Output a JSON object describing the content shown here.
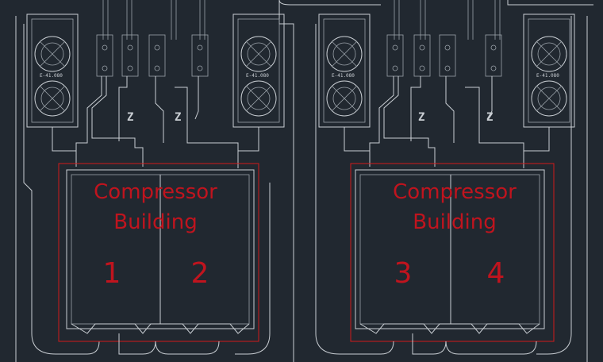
{
  "drawing": {
    "background": "#212830",
    "line_color": "#c9ced3",
    "annotation_color": "#c0141e"
  },
  "buildings": [
    {
      "title_line1": "Compressor",
      "title_line2": "Building",
      "unit_a": "1",
      "unit_b": "2"
    },
    {
      "title_line1": "Compressor",
      "title_line2": "Building",
      "unit_a": "3",
      "unit_b": "4"
    }
  ],
  "coolers": [
    {
      "tag": "E-41.080"
    },
    {
      "tag": "E-41.080"
    },
    {
      "tag": "E-41.080"
    },
    {
      "tag": "E-41.080"
    }
  ],
  "valve_markers": [
    "Z",
    "Z",
    "Z",
    "Z"
  ]
}
